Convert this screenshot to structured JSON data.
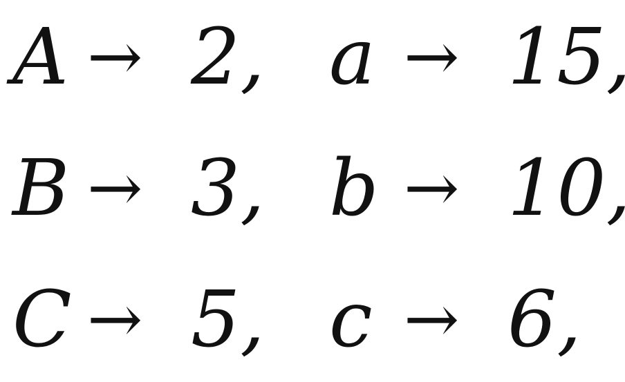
{
  "arrow_symbol": "→",
  "comma": ",",
  "rows": [
    {
      "left": {
        "letter": "A",
        "value": "2"
      },
      "right": {
        "letter": "a",
        "value": "15"
      }
    },
    {
      "left": {
        "letter": "B",
        "value": "3"
      },
      "right": {
        "letter": "b",
        "value": "10"
      }
    },
    {
      "left": {
        "letter": "C",
        "value": "5"
      },
      "right": {
        "letter": "c",
        "value": "6"
      }
    }
  ]
}
